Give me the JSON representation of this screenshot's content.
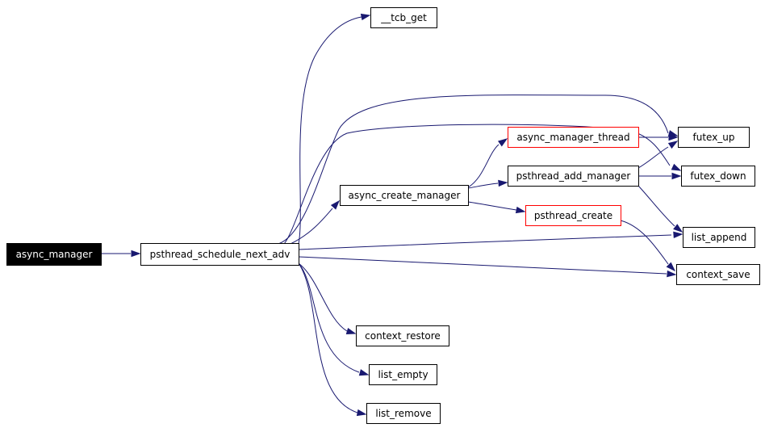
{
  "graph": {
    "root": "async_manager",
    "colors": {
      "edge": "#191970",
      "highlight_border": "#ff0000",
      "root_fill": "#000000"
    },
    "nodes": [
      {
        "id": "async_manager",
        "label": "async_manager",
        "style": "root"
      },
      {
        "id": "psthread_schedule_next_adv",
        "label": "psthread_schedule_next_adv",
        "style": "normal"
      },
      {
        "id": "tcb_get",
        "label": "__tcb_get",
        "style": "normal"
      },
      {
        "id": "async_create_manager",
        "label": "async_create_manager",
        "style": "normal"
      },
      {
        "id": "async_manager_thread",
        "label": "async_manager_thread",
        "style": "highlight"
      },
      {
        "id": "psthread_add_manager",
        "label": "psthread_add_manager",
        "style": "normal"
      },
      {
        "id": "psthread_create",
        "label": "psthread_create",
        "style": "highlight"
      },
      {
        "id": "futex_up",
        "label": "futex_up",
        "style": "normal"
      },
      {
        "id": "futex_down",
        "label": "futex_down",
        "style": "normal"
      },
      {
        "id": "list_append",
        "label": "list_append",
        "style": "normal"
      },
      {
        "id": "context_save",
        "label": "context_save",
        "style": "normal"
      },
      {
        "id": "context_restore",
        "label": "context_restore",
        "style": "normal"
      },
      {
        "id": "list_empty",
        "label": "list_empty",
        "style": "normal"
      },
      {
        "id": "list_remove",
        "label": "list_remove",
        "style": "normal"
      }
    ],
    "edges": [
      {
        "from": "async_manager",
        "to": "psthread_schedule_next_adv"
      },
      {
        "from": "psthread_schedule_next_adv",
        "to": "tcb_get"
      },
      {
        "from": "psthread_schedule_next_adv",
        "to": "futex_up"
      },
      {
        "from": "psthread_schedule_next_adv",
        "to": "futex_down"
      },
      {
        "from": "psthread_schedule_next_adv",
        "to": "async_create_manager"
      },
      {
        "from": "psthread_schedule_next_adv",
        "to": "list_append"
      },
      {
        "from": "psthread_schedule_next_adv",
        "to": "context_save"
      },
      {
        "from": "psthread_schedule_next_adv",
        "to": "context_restore"
      },
      {
        "from": "psthread_schedule_next_adv",
        "to": "list_empty"
      },
      {
        "from": "psthread_schedule_next_adv",
        "to": "list_remove"
      },
      {
        "from": "async_create_manager",
        "to": "async_manager_thread"
      },
      {
        "from": "async_create_manager",
        "to": "psthread_add_manager"
      },
      {
        "from": "async_create_manager",
        "to": "psthread_create"
      },
      {
        "from": "async_manager_thread",
        "to": "futex_up"
      },
      {
        "from": "psthread_add_manager",
        "to": "futex_up"
      },
      {
        "from": "psthread_add_manager",
        "to": "futex_down"
      },
      {
        "from": "psthread_add_manager",
        "to": "list_append"
      },
      {
        "from": "psthread_create",
        "to": "context_save"
      }
    ]
  }
}
